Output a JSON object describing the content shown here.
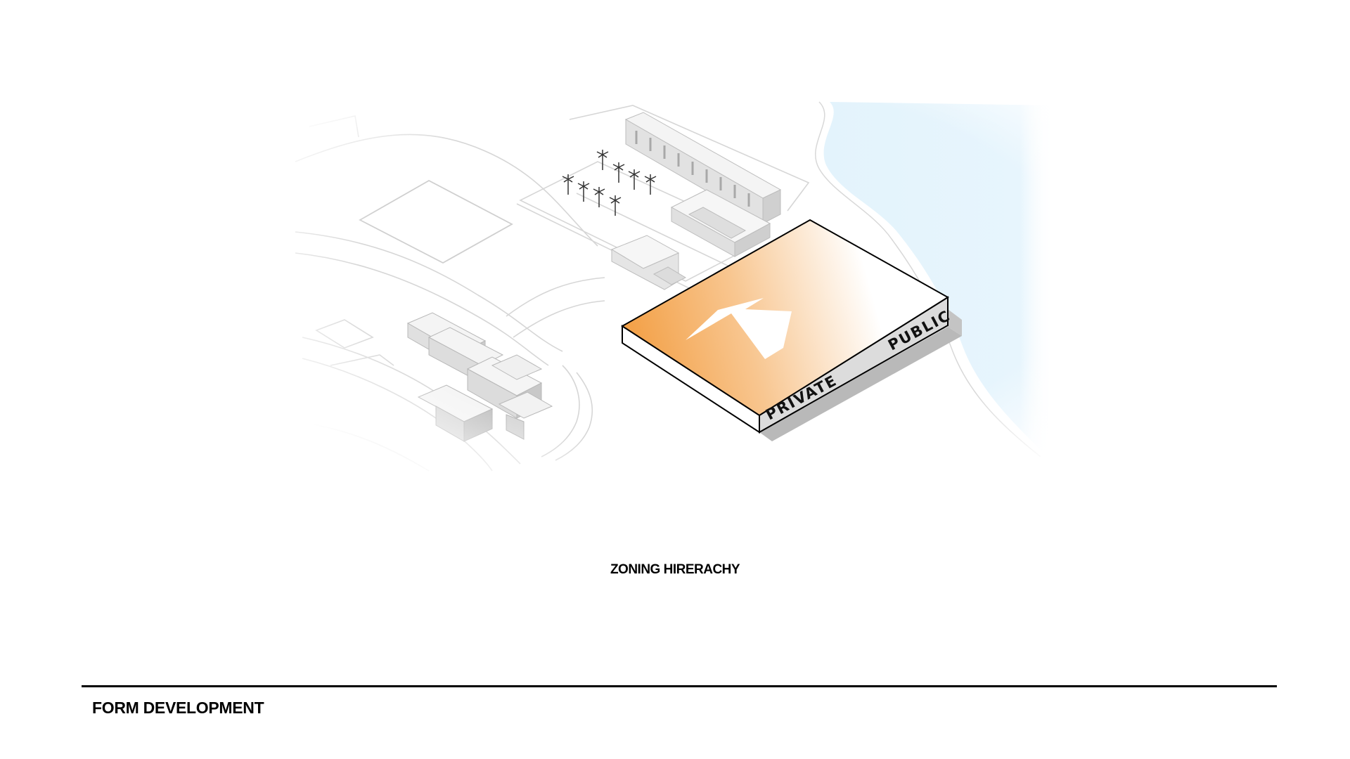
{
  "diagram": {
    "caption": "ZONING HIRERACHY",
    "zones": {
      "private_label": "PRIVATE",
      "public_label": "PUBLIC"
    },
    "colors": {
      "gradient_orange": "#f3a24a",
      "water": "#e3f3fc",
      "block_side": "#dcdcdc",
      "shadow": "#b9b9b9",
      "context_line": "#d6d6d6",
      "building": "#eeeeee"
    },
    "icons": {
      "direction_arrow": "arrow-up-right-icon",
      "palm_tree": "palm-tree-icon"
    }
  },
  "footer": {
    "title": "FORM DEVELOPMENT"
  }
}
